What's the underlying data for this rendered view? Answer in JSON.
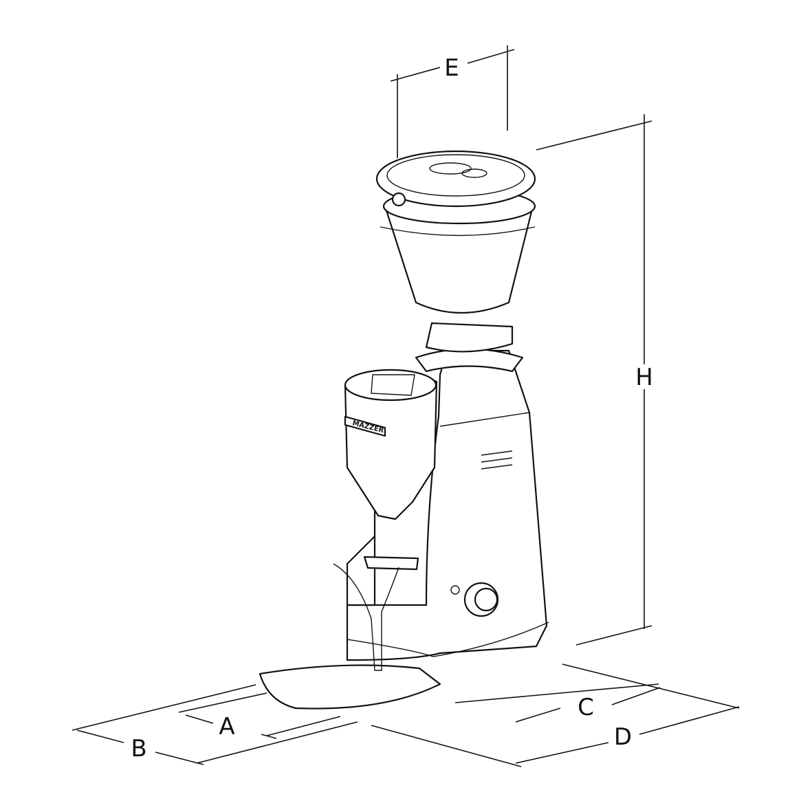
{
  "diagram": {
    "labels": {
      "a": "A",
      "b": "B",
      "c": "C",
      "d": "D",
      "e": "E",
      "h": "H"
    },
    "brand": "MAZZER",
    "line_color": "#111111"
  }
}
